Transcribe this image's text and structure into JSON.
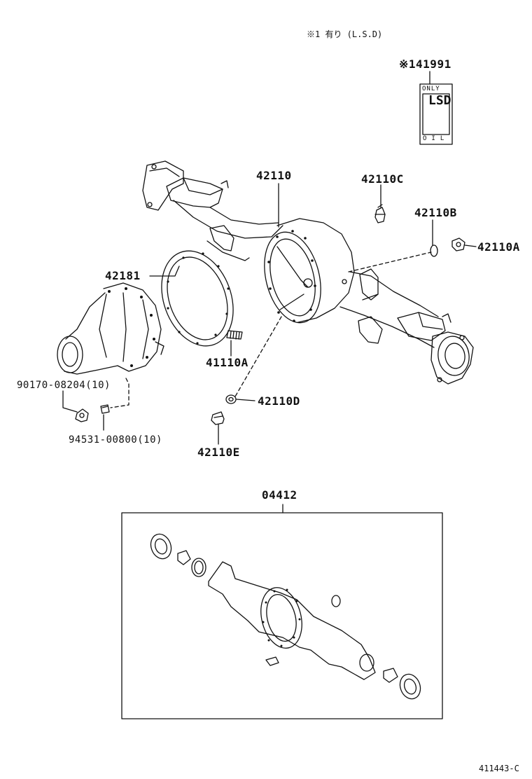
{
  "header_note": "※1 有り (L.S.D)",
  "parts": {
    "p141991": "※141991",
    "p42110": "42110",
    "p42110C": "42110C",
    "p42110B": "42110B",
    "p42110A": "42110A",
    "p42181": "42181",
    "p41110A": "41110A",
    "p90170": "90170-08204(10)",
    "p94531": "94531-00800(10)",
    "p42110D": "42110D",
    "p42110E": "42110E",
    "p04412": "04412"
  },
  "lsd_label": {
    "top": "ONLY",
    "letters": "LSD",
    "bottom": "OIL"
  },
  "figure_code": "411443-C"
}
